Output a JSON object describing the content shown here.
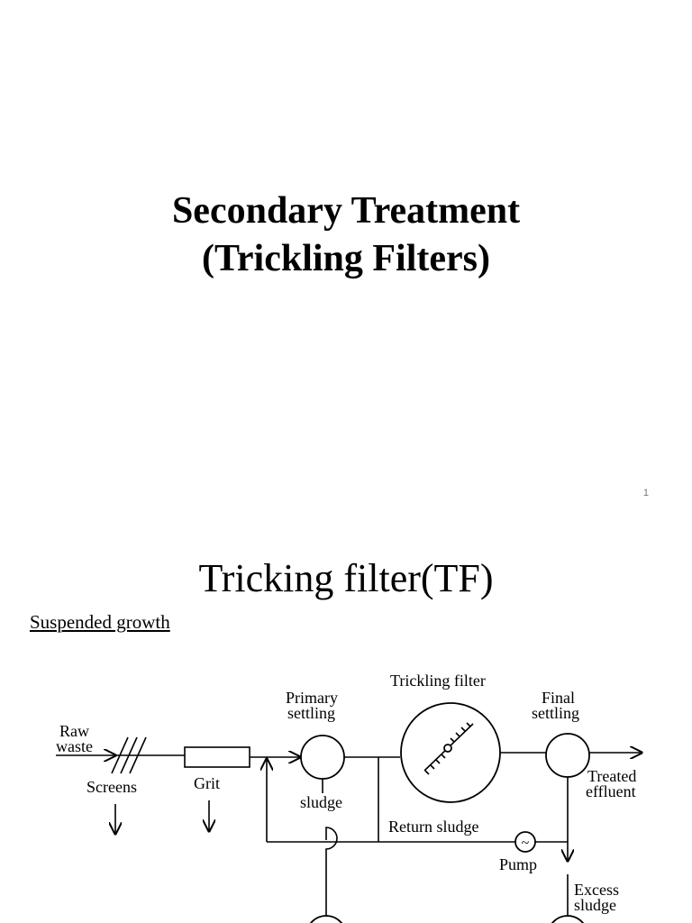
{
  "slide1": {
    "title_line1": "Secondary Treatment",
    "title_line2": "(Trickling Filters)",
    "page_number": "1"
  },
  "slide2": {
    "title": "Tricking filter(TF)",
    "subheading": "Suspended growth",
    "diagram": {
      "raw_waste_line1": "Raw",
      "raw_waste_line2": "waste",
      "screens": "Screens",
      "grit": "Grit",
      "primary_settling_line1": "Primary",
      "primary_settling_line2": "settling",
      "sludge": "sludge",
      "trickling_filter": "Trickling filter",
      "final_settling_line1": "Final",
      "final_settling_line2": "settling",
      "treated_effluent_line1": "Treated",
      "treated_effluent_line2": "effluent",
      "return_sludge": "Return sludge",
      "pump": "Pump",
      "pump_symbol": "~",
      "excess_sludge_line1": "Excess",
      "excess_sludge_line2": "sludge"
    }
  }
}
